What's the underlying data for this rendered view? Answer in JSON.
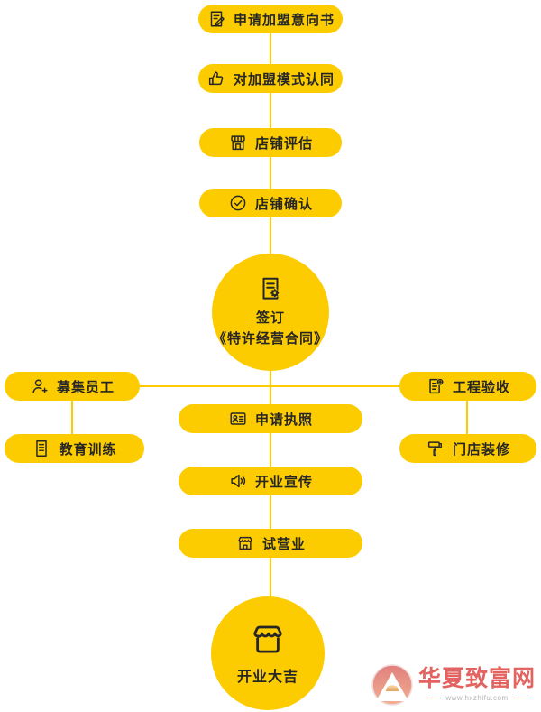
{
  "flow": {
    "steps": [
      {
        "label": "申请加盟意向书",
        "icon": "document-pen-icon"
      },
      {
        "label": "对加盟模式认同",
        "icon": "thumbs-up-icon"
      },
      {
        "label": "店铺评估",
        "icon": "storefront-icon"
      },
      {
        "label": "店铺确认",
        "icon": "check-circle-icon"
      },
      {
        "label": "签订",
        "label2": "《特许经营合同》",
        "icon": "contract-seal-icon"
      },
      {
        "label": "募集员工",
        "icon": "person-add-icon"
      },
      {
        "label": "教育训练",
        "icon": "notebook-icon"
      },
      {
        "label": "工程验收",
        "icon": "document-badge-icon"
      },
      {
        "label": "门店装修",
        "icon": "paint-roller-icon"
      },
      {
        "label": "申请执照",
        "icon": "id-card-icon"
      },
      {
        "label": "开业宣传",
        "icon": "megaphone-icon"
      },
      {
        "label": "试营业",
        "icon": "shop-icon"
      },
      {
        "label": "开业大吉",
        "icon": "shop-awning-icon"
      }
    ]
  },
  "watermark": {
    "site_name": "华夏致富网",
    "url": "www.hxzhifu.com"
  },
  "colors": {
    "node_yellow": "#FCCC00",
    "text_dark": "#262626",
    "logo_red": "#E2635F"
  }
}
